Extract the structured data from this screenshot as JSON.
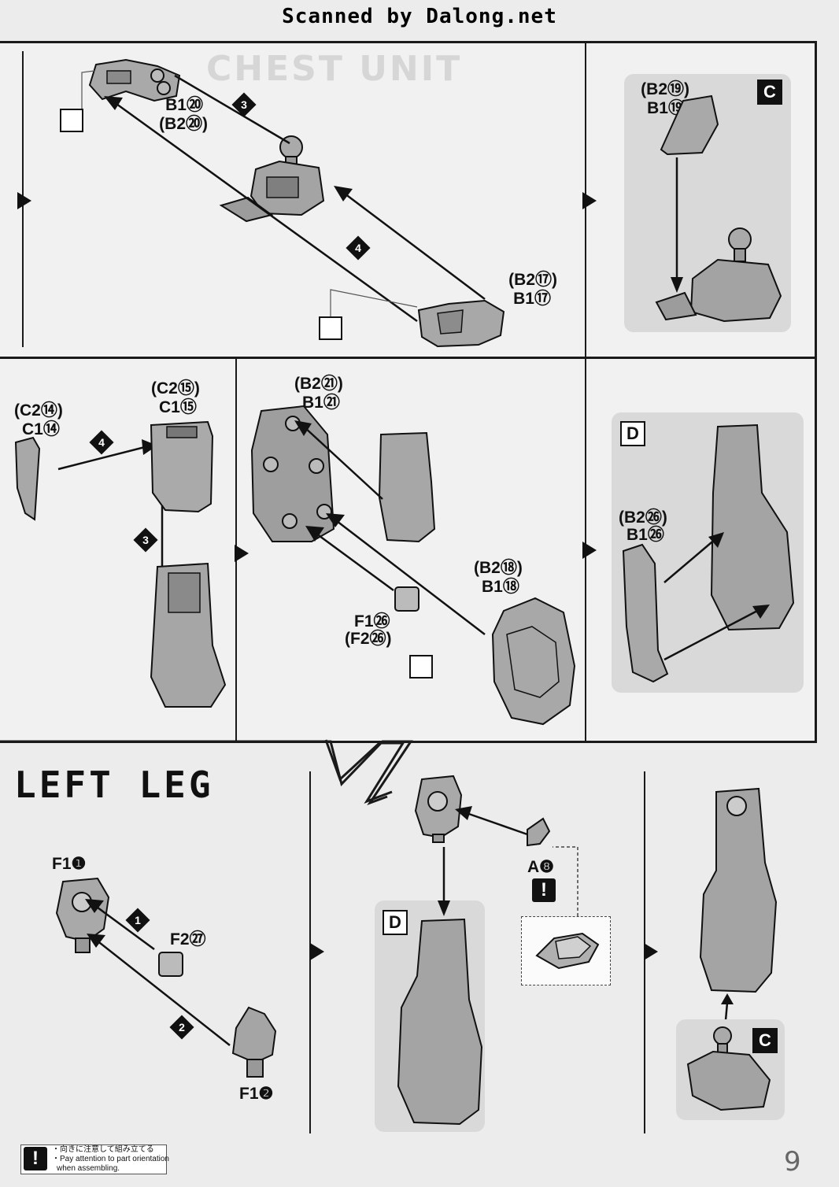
{
  "watermark": "Scanned by Dalong.net",
  "background_title": "CHEST UNIT",
  "panels_top": {
    "labels": {
      "b1_20": "B1⑳",
      "b2_20": "(B2⑳)",
      "b2_17": "(B2⑰)",
      "b1_17": "B1⑰",
      "b2_19": "(B2⑲)",
      "b1_19": "B1⑲"
    },
    "steps": [
      "3",
      "4"
    ],
    "badge_c": "C"
  },
  "panels_middle": {
    "labels": {
      "c2_14": "(C2⑭)",
      "c1_14": "C1⑭",
      "c2_15": "(C2⑮)",
      "c1_15": "C1⑮",
      "b2_21": "(B2㉑)",
      "b1_21": "B1㉑",
      "f1_26": "F1㉖",
      "f2_26": "(F2㉖)",
      "b2_18": "(B2⑱)",
      "b1_18": "B1⑱",
      "b2_26": "(B2㉖)",
      "b1_26": "B1㉖"
    },
    "steps": [
      "4",
      "3"
    ],
    "badge_d": "D"
  },
  "left_leg": {
    "title": "LEFT LEG",
    "labels": {
      "f1_1": "F1❶",
      "f2_27": "F2㉗",
      "f1_2": "F1❷",
      "a8": "A❽"
    },
    "steps": [
      "1",
      "2"
    ],
    "badge_d": "D",
    "badge_c": "C"
  },
  "footer": {
    "note_jp": "・向きに注意して組み立てる",
    "note_en_1": "・Pay attention to part orientation",
    "note_en_2": "when assembling.",
    "page_number": "9"
  }
}
